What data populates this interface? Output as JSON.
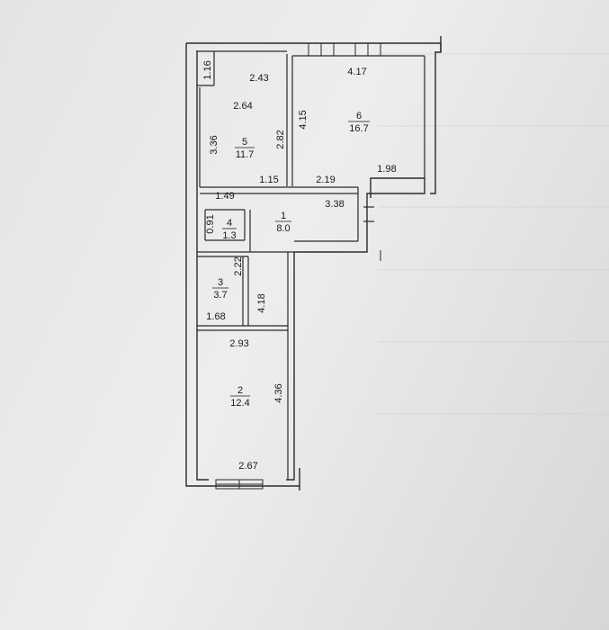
{
  "rooms": [
    {
      "number": "1",
      "area": "8.0"
    },
    {
      "number": "2",
      "area": "12.4"
    },
    {
      "number": "3",
      "area": "3.7"
    },
    {
      "number": "4",
      "area": "1.3"
    },
    {
      "number": "5",
      "area": "11.7"
    },
    {
      "number": "6",
      "area": "16.7"
    }
  ],
  "dimensions": {
    "d116": "1.16",
    "d243": "2.43",
    "d417": "4.17",
    "d264": "2.64",
    "d415": "4.15",
    "d336": "3.36",
    "d282": "2.82",
    "d115": "1.15",
    "d219": "2.19",
    "d198": "1.98",
    "d149": "1.49",
    "d338": "3.38",
    "d091": "0.91",
    "d222": "2.22",
    "d418": "4.18",
    "d168": "1.68",
    "d293": "2.93",
    "d436": "4.36",
    "d267": "2.67"
  }
}
